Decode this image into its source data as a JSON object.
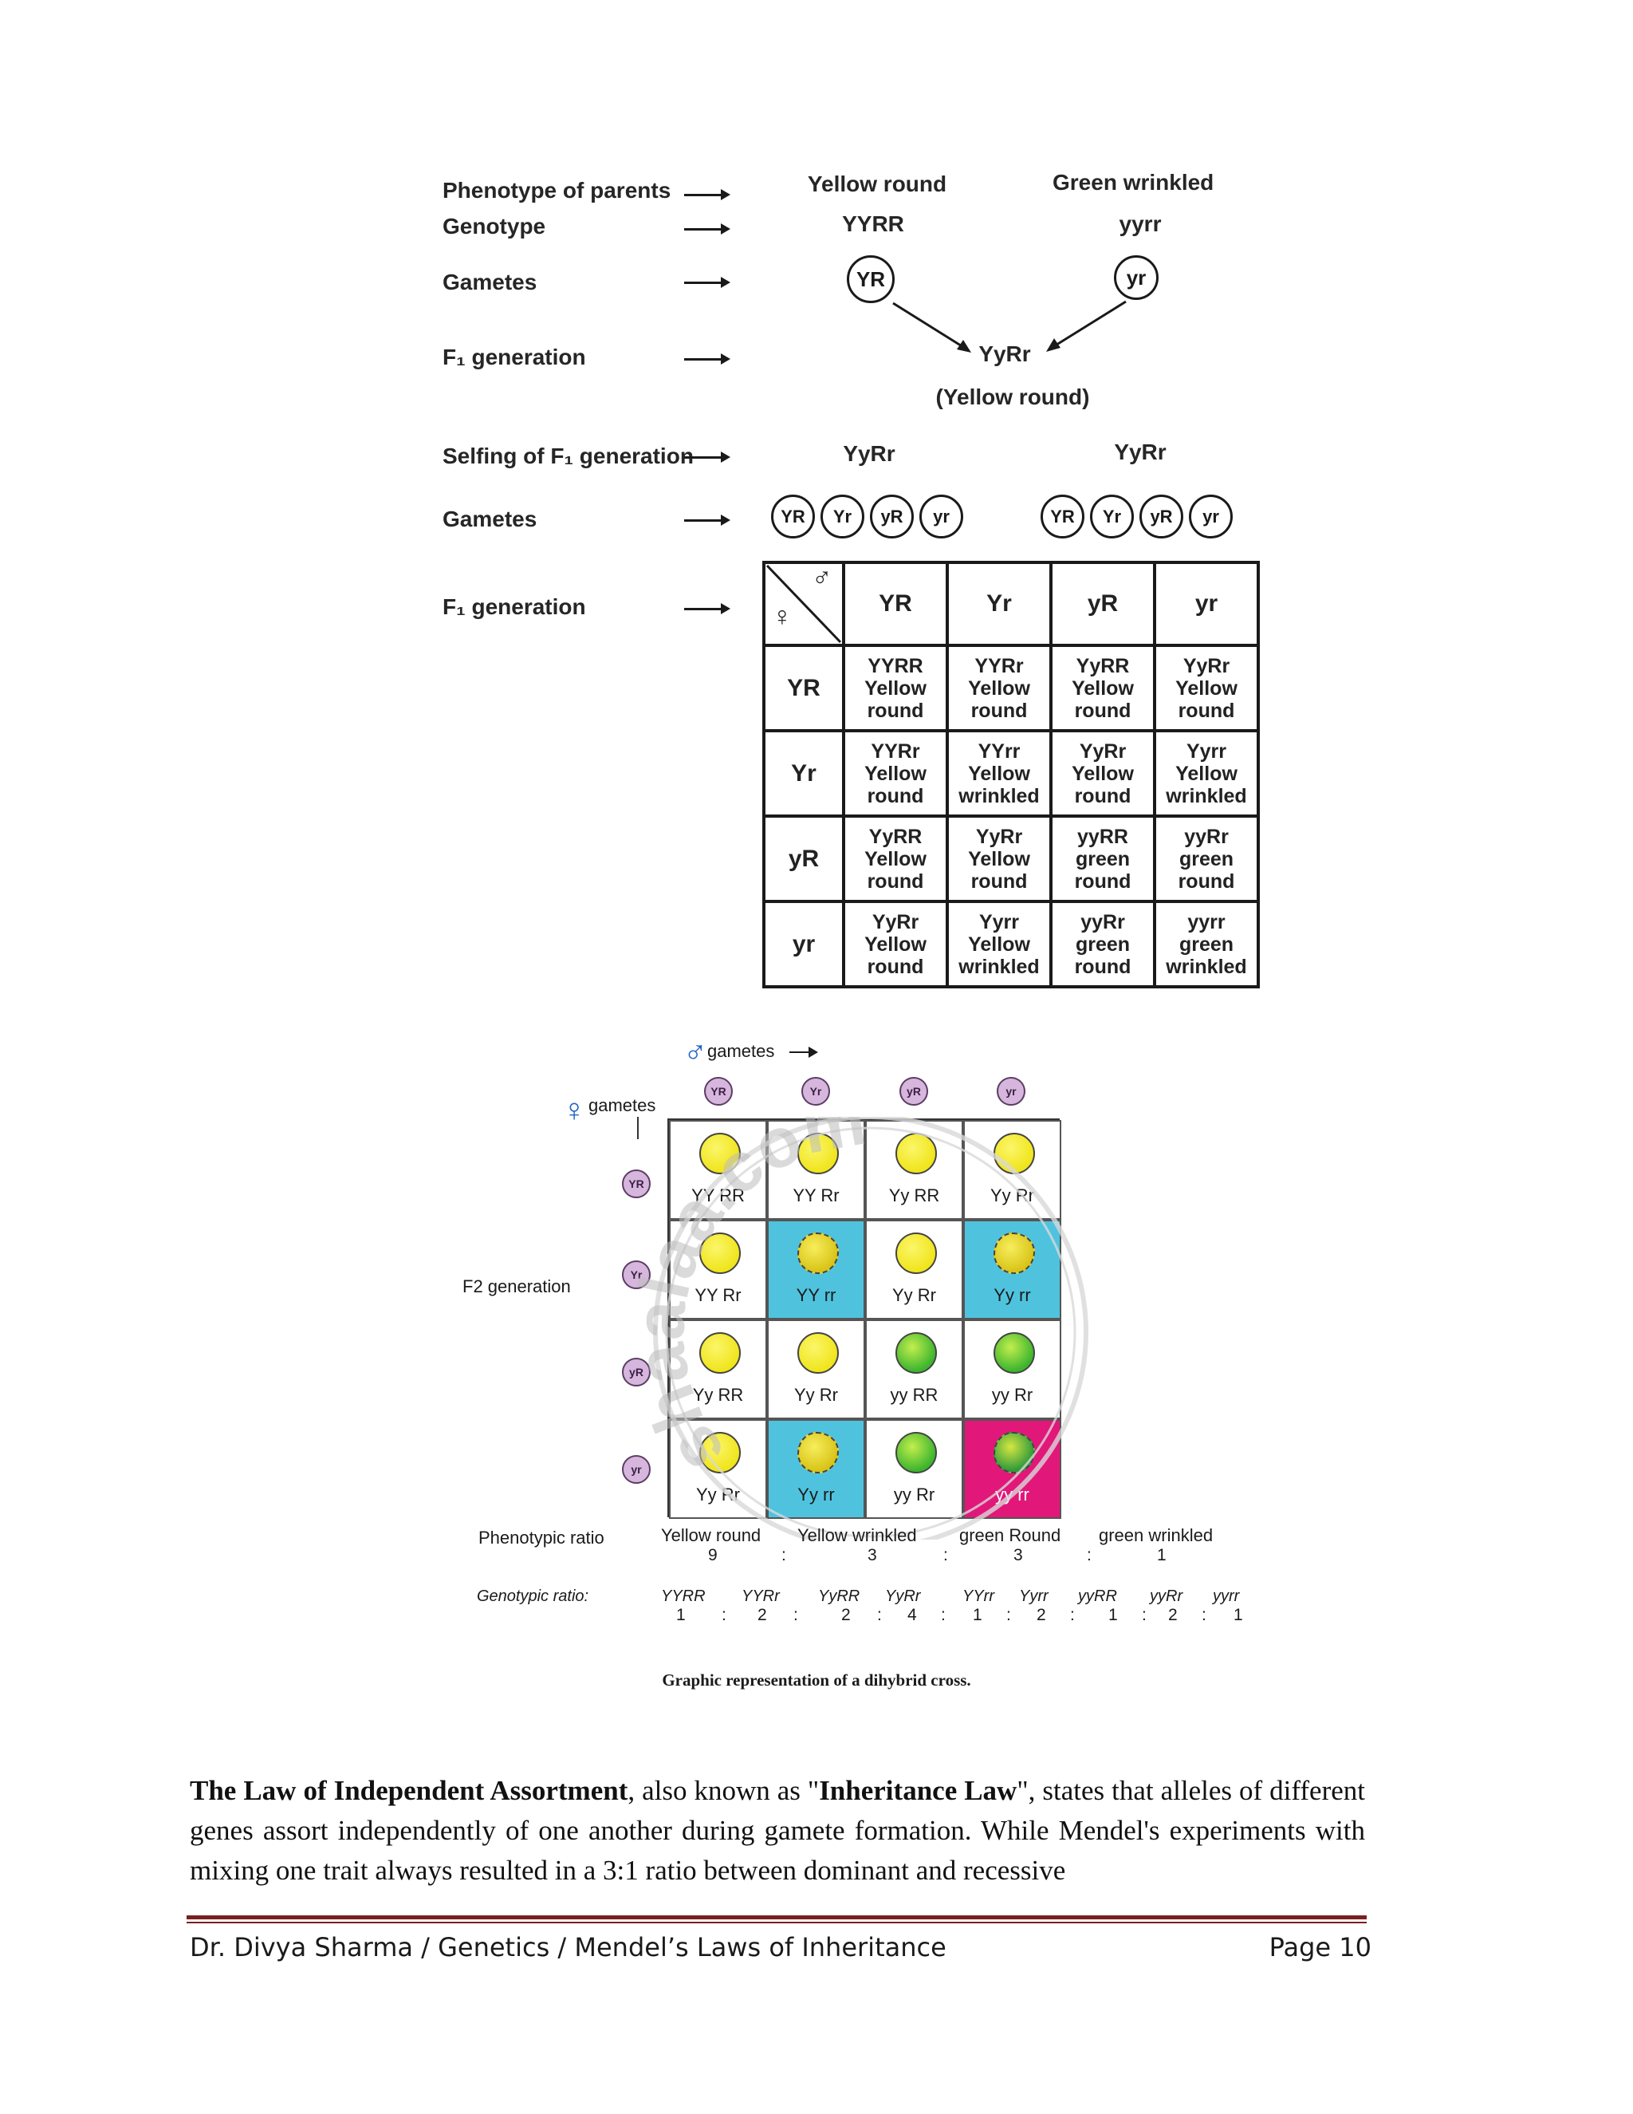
{
  "fig1": {
    "labels": {
      "phenotype_parents": "Phenotype of parents",
      "genotype": "Genotype",
      "gametes": "Gametes",
      "f1_generation": "F₁ generation",
      "selfing": "Selfing of F₁ generation",
      "gametes2": "Gametes",
      "f1_generation2": "F₁ generation"
    },
    "parent1": {
      "phenotype": "Yellow round",
      "genotype": "YYRR",
      "gamete": "YR"
    },
    "parent2": {
      "phenotype": "Green wrinkled",
      "genotype": "yyrr",
      "gamete": "yr"
    },
    "f1": {
      "genotype": "YyRr",
      "phenotype": "(Yellow round)"
    },
    "selfing_left": "YyRr",
    "selfing_right": "YyRr",
    "gametes_left": [
      "YR",
      "Yr",
      "yR",
      "yr"
    ],
    "gametes_right": [
      "YR",
      "Yr",
      "yR",
      "yr"
    ],
    "punnett": {
      "corner_female": "♀",
      "corner_male": "♂",
      "columns": [
        "YR",
        "Yr",
        "yR",
        "yr"
      ],
      "rows": [
        {
          "label": "YR",
          "cells": [
            [
              "YYRR",
              "Yellow",
              "round"
            ],
            [
              "YYRr",
              "Yellow",
              "round"
            ],
            [
              "YyRR",
              "Yellow",
              "round"
            ],
            [
              "YyRr",
              "Yellow",
              "round"
            ]
          ]
        },
        {
          "label": "Yr",
          "cells": [
            [
              "YYRr",
              "Yellow",
              "round"
            ],
            [
              "YYrr",
              "Yellow",
              "wrinkled"
            ],
            [
              "YyRr",
              "Yellow",
              "round"
            ],
            [
              "Yyrr",
              "Yellow",
              "wrinkled"
            ]
          ]
        },
        {
          "label": "yR",
          "cells": [
            [
              "YyRR",
              "Yellow",
              "round"
            ],
            [
              "YyRr",
              "Yellow",
              "round"
            ],
            [
              "yyRR",
              "green",
              "round"
            ],
            [
              "yyRr",
              "green",
              "round"
            ]
          ]
        },
        {
          "label": "yr",
          "cells": [
            [
              "YyRr",
              "Yellow",
              "round"
            ],
            [
              "Yyrr",
              "Yellow",
              "wrinkled"
            ],
            [
              "yyRr",
              "green",
              "round"
            ],
            [
              "yyrr",
              "green",
              "wrinkled"
            ]
          ]
        }
      ]
    }
  },
  "fig2": {
    "male_symbol": "♂",
    "male_gametes_label": "gametes",
    "female_symbol": "♀",
    "female_gametes_label": "gametes",
    "col_gametes": [
      "YR",
      "Yr",
      "yR",
      "yr"
    ],
    "row_gametes": [
      "YR",
      "Yr",
      "yR",
      "yr"
    ],
    "f2_label": "F2 generation",
    "grid": [
      [
        {
          "g": "YY  RR",
          "pea": "yr",
          "bg": "white"
        },
        {
          "g": "YY  Rr",
          "pea": "yr",
          "bg": "white"
        },
        {
          "g": "Yy  RR",
          "pea": "yr",
          "bg": "white"
        },
        {
          "g": "Yy  Rr",
          "pea": "yr",
          "bg": "white"
        }
      ],
      [
        {
          "g": "YY  Rr",
          "pea": "yr",
          "bg": "white"
        },
        {
          "g": "YY rr",
          "pea": "yw",
          "bg": "cyan"
        },
        {
          "g": "Yy  Rr",
          "pea": "yr",
          "bg": "white"
        },
        {
          "g": "Yy  rr",
          "pea": "yw",
          "bg": "cyan"
        }
      ],
      [
        {
          "g": "Yy  RR",
          "pea": "yr",
          "bg": "white"
        },
        {
          "g": "Yy  Rr",
          "pea": "yr",
          "bg": "white"
        },
        {
          "g": "yy RR",
          "pea": "gr",
          "bg": "white"
        },
        {
          "g": "yy  Rr",
          "pea": "gr",
          "bg": "white"
        }
      ],
      [
        {
          "g": "Yy  Rr",
          "pea": "yr",
          "bg": "white"
        },
        {
          "g": "Yy  rr",
          "pea": "yw",
          "bg": "cyan"
        },
        {
          "g": "yy  Rr",
          "pea": "gr",
          "bg": "white"
        },
        {
          "g": "yy rr",
          "pea": "gw",
          "bg": "pink"
        }
      ]
    ],
    "phenotypic_label": "Phenotypic ratio",
    "phenotypes": [
      "Yellow round",
      "Yellow wrinkled",
      "green Round",
      "green wrinkled"
    ],
    "phenotype_values": [
      "9",
      ":",
      "3",
      ":",
      "3",
      ":",
      "1"
    ],
    "genotypic_label": "Genotypic  ratio:",
    "genotypes": [
      "YYRR",
      "YYRr",
      "YyRR",
      "YyRr",
      "YYrr",
      "Yyrr",
      "yyRR",
      "yyRr",
      "yyrr"
    ],
    "genotype_values": [
      "1",
      ":",
      "2",
      ":",
      "2",
      ":",
      "4",
      ":",
      "1",
      ":",
      "2",
      ":",
      "1",
      ":",
      "2",
      ":",
      "1"
    ],
    "watermark": "shaalaa.com",
    "caption": "Graphic  representation  of   a  dihybrid  cross."
  },
  "body": {
    "term": "The Law of Independent Assortment",
    "t1": ", also known as \"",
    "alias": "Inheritance Law",
    "t2": "\", states that alleles of different genes assort independently of one another during gamete formation. While Mendel's experiments with mixing one trait always resulted in a 3:1 ratio between dominant and recessive"
  },
  "footer": {
    "left": "Dr. Divya Sharma / Genetics / Mendel’s Laws of Inheritance",
    "right": "Page 10"
  },
  "colors": {
    "footer_rule": "#7a1f1f",
    "gamete_fill": "#d7b6dd",
    "cyan": "#4fc3de",
    "magenta": "#e2177a"
  }
}
